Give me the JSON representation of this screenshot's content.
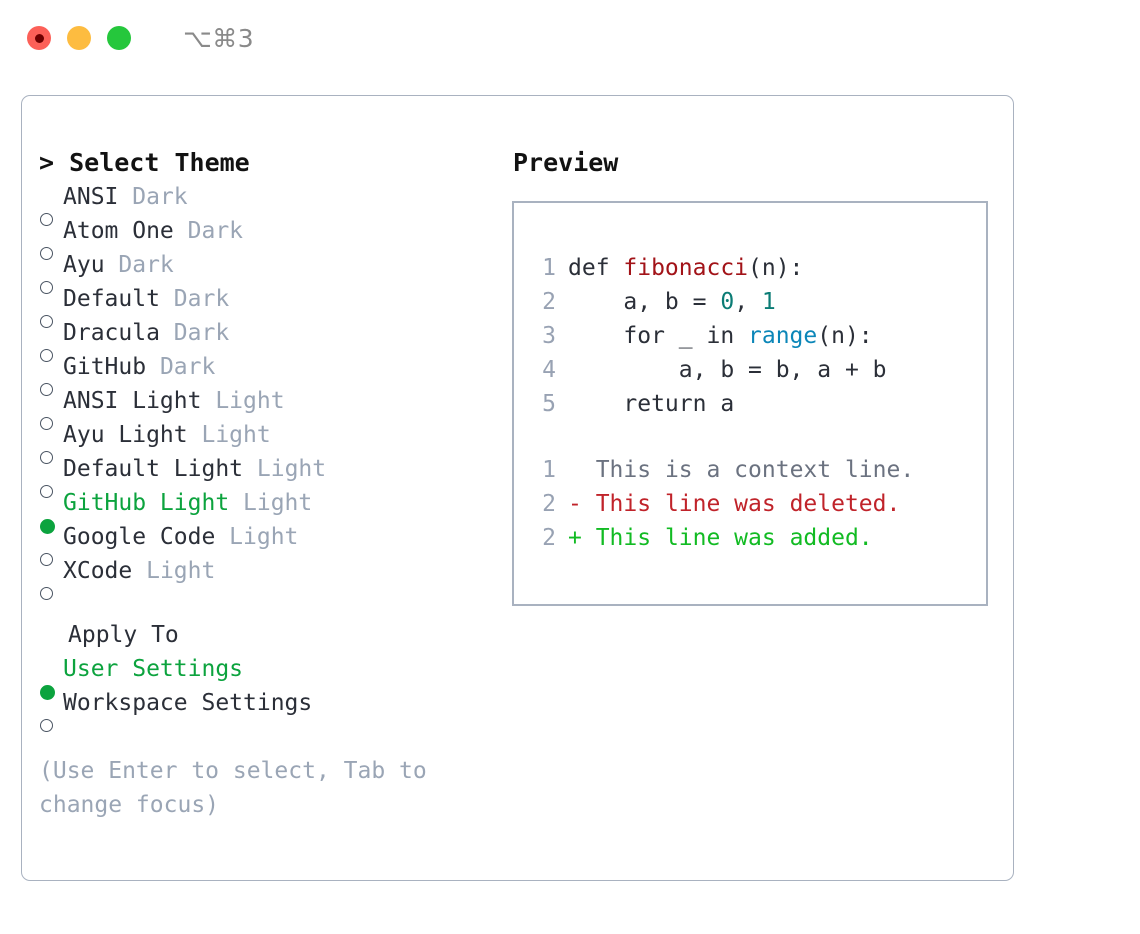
{
  "titlebar": {
    "traffic_lights": [
      "close",
      "minimize",
      "maximize"
    ],
    "shortcut": "⌥⌘3"
  },
  "theme_picker": {
    "title": "> Select Theme",
    "options": [
      {
        "label": "ANSI",
        "badge": "Dark",
        "selected": false
      },
      {
        "label": "Atom One",
        "badge": "Dark",
        "selected": false
      },
      {
        "label": "Ayu",
        "badge": "Dark",
        "selected": false
      },
      {
        "label": "Default",
        "badge": "Dark",
        "selected": false
      },
      {
        "label": "Dracula",
        "badge": "Dark",
        "selected": false
      },
      {
        "label": "GitHub",
        "badge": "Dark",
        "selected": false
      },
      {
        "label": "ANSI Light",
        "badge": "Light",
        "selected": false
      },
      {
        "label": "Ayu Light",
        "badge": "Light",
        "selected": false
      },
      {
        "label": "Default Light",
        "badge": "Light",
        "selected": false
      },
      {
        "label": "GitHub Light",
        "badge": "Light",
        "selected": true
      },
      {
        "label": "Google Code",
        "badge": "Light",
        "selected": false
      },
      {
        "label": "XCode",
        "badge": "Light",
        "selected": false
      }
    ]
  },
  "apply_to": {
    "heading": "Apply To",
    "options": [
      {
        "label": "User Settings",
        "selected": true
      },
      {
        "label": "Workspace Settings",
        "selected": false
      }
    ]
  },
  "hint": "(Use Enter to select, Tab to change focus)",
  "preview": {
    "title": "Preview",
    "code_lines": [
      {
        "no": "1",
        "tokens": [
          {
            "t": "def ",
            "c": "plain"
          },
          {
            "t": "fibonacci",
            "c": "fn"
          },
          {
            "t": "(n):",
            "c": "plain"
          }
        ]
      },
      {
        "no": "2",
        "tokens": [
          {
            "t": "    a, b = ",
            "c": "plain"
          },
          {
            "t": "0",
            "c": "num"
          },
          {
            "t": ", ",
            "c": "plain"
          },
          {
            "t": "1",
            "c": "num"
          }
        ]
      },
      {
        "no": "3",
        "tokens": [
          {
            "t": "    for _ in ",
            "c": "plain"
          },
          {
            "t": "range",
            "c": "call"
          },
          {
            "t": "(n):",
            "c": "plain"
          }
        ]
      },
      {
        "no": "4",
        "tokens": [
          {
            "t": "        a, b = b, a + b",
            "c": "plain"
          }
        ]
      },
      {
        "no": "5",
        "tokens": [
          {
            "t": "    return a",
            "c": "plain"
          }
        ]
      }
    ],
    "diff_lines": [
      {
        "no": "1",
        "marker": " ",
        "text": " This is a context line.",
        "kind": "ctx"
      },
      {
        "no": "2",
        "marker": "-",
        "text": " This line was deleted.",
        "kind": "del"
      },
      {
        "no": "2",
        "marker": "+",
        "text": " This line was added.",
        "kind": "add"
      }
    ]
  },
  "colors": {
    "accent_green": "#0ca33e",
    "badge_gray": "#9aa5b5",
    "border": "#a9b2c0",
    "fn_red": "#a21318",
    "num_teal": "#0b7c75",
    "call_blue": "#0b86b8",
    "diff_del": "#c0232a",
    "diff_add": "#12bb23"
  }
}
